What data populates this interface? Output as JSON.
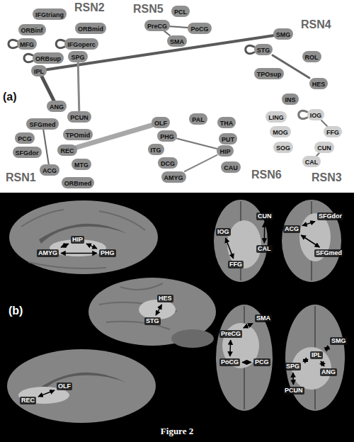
{
  "diagram": {
    "caption": "Figure 2",
    "nodes": [
      {
        "text": [
          "IFGtriang"
        ]
      },
      {
        "text": [
          "ORBinf"
        ]
      },
      {
        "text": [
          "ORBmid"
        ]
      },
      {
        "text": [
          "MFG"
        ]
      },
      {
        "text": [
          "IFGoperc"
        ]
      },
      {
        "text": [
          "ORBsup"
        ]
      },
      {
        "text": [
          "SPG"
        ]
      },
      {
        "text": [
          "IPL"
        ]
      },
      {
        "text": [
          "ANG"
        ]
      },
      {
        "text": [
          "PCUN"
        ]
      },
      {
        "text": [
          "SFGmed"
        ]
      },
      {
        "text": [
          "PCG"
        ]
      },
      {
        "text": [
          "SFGdor"
        ]
      },
      {
        "text": [
          "TPOmid"
        ]
      },
      {
        "text": [
          "REC"
        ]
      },
      {
        "text": [
          "ACG"
        ]
      },
      {
        "text": [
          "MTG"
        ]
      },
      {
        "text": [
          "ORBmed"
        ]
      },
      {
        "text": [
          "PCL"
        ]
      },
      {
        "text": [
          "PreCG"
        ]
      },
      {
        "text": [
          "PoCG"
        ]
      },
      {
        "text": [
          "SMA"
        ]
      },
      {
        "text": [
          "SMG"
        ]
      },
      {
        "text": [
          "STG"
        ]
      },
      {
        "text": [
          "ROL"
        ]
      },
      {
        "text": [
          "TPOsup"
        ]
      },
      {
        "text": [
          "HES"
        ]
      },
      {
        "text": [
          "INS"
        ]
      },
      {
        "text": [
          "LING"
        ]
      },
      {
        "text": [
          "IOG"
        ]
      },
      {
        "text": [
          "MOG"
        ]
      },
      {
        "text": [
          "FFG"
        ]
      },
      {
        "text": [
          "SOG"
        ]
      },
      {
        "text": [
          "CUN"
        ]
      },
      {
        "text": [
          "CAL"
        ]
      },
      {
        "text": [
          "OLF"
        ]
      },
      {
        "text": [
          "PAL"
        ]
      },
      {
        "text": [
          "THA"
        ]
      },
      {
        "text": [
          "PHG"
        ]
      },
      {
        "text": [
          "PUT"
        ]
      },
      {
        "text": [
          "ITG"
        ]
      },
      {
        "text": [
          "HIP"
        ]
      },
      {
        "text": [
          "CAU"
        ]
      },
      {
        "text": [
          "DCG"
        ]
      },
      {
        "text": [
          "AMYG"
        ]
      }
    ],
    "edges": [
      {
        "from": 3,
        "to": 3,
        "arrow": "none"
      },
      {
        "from": 4,
        "to": 4,
        "arrow": "none"
      },
      {
        "from": 5,
        "to": 5,
        "arrow": "none"
      },
      {
        "from": 7,
        "to": 8,
        "arrow": "none"
      },
      {
        "from": 7,
        "to": 22,
        "arrow": "none"
      },
      {
        "from": 6,
        "to": 9,
        "arrow": "none"
      },
      {
        "from": 10,
        "to": 15,
        "arrow": "none"
      },
      {
        "from": 14,
        "to": 35,
        "arrow": "none"
      },
      {
        "from": 19,
        "to": 20,
        "arrow": "none"
      },
      {
        "from": 19,
        "to": 21,
        "arrow": "none"
      },
      {
        "from": 23,
        "to": 23,
        "arrow": "none"
      },
      {
        "from": 23,
        "to": 26,
        "arrow": "none"
      },
      {
        "from": 29,
        "to": 29,
        "arrow": "none"
      },
      {
        "from": 29,
        "to": 31,
        "arrow": "none"
      },
      {
        "from": 33,
        "to": 34,
        "arrow": "none"
      },
      {
        "from": 38,
        "to": 41,
        "arrow": "none"
      },
      {
        "from": 44,
        "to": 41,
        "arrow": "none"
      }
    ],
    "labels": [
      "RSN2",
      "RSN5",
      "RSN4",
      "(a)",
      "RSN3",
      "RSN6",
      "RSN1",
      "(b)",
      "AMYG",
      "HIP",
      "PHG",
      "CUN",
      "IOG",
      "CAL",
      "FFG",
      "ACG",
      "SFGdor",
      "SFGmed",
      "HES",
      "STG",
      "SMA",
      "PreCG",
      "PoCG",
      "PCG",
      "SMG",
      "IPL",
      "SPG",
      "ANG",
      "PCUN",
      "REC",
      "OLF"
    ]
  }
}
